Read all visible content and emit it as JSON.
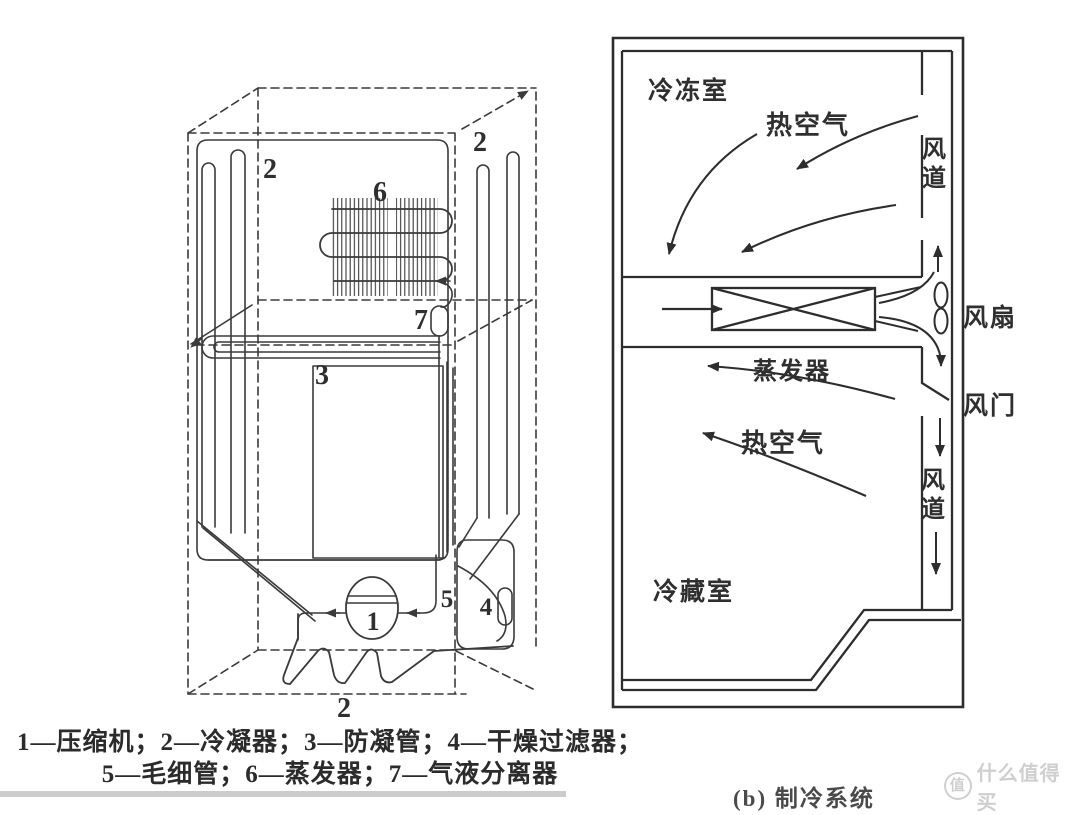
{
  "left_diagram": {
    "numbers": {
      "compressor": "1",
      "condenser_left": "2",
      "condenser_right": "2",
      "condenser_bottom": "2",
      "anti_condensation_pipe": "3",
      "drier_filter": "4",
      "capillary": "5",
      "evaporator": "6",
      "accumulator": "7"
    }
  },
  "right_diagram": {
    "labels": {
      "freezer": "冷冻室",
      "hot_air_top": "热空气",
      "duct_top": "风道",
      "fan": "风扇",
      "evaporator": "蒸发器",
      "damper": "风门",
      "hot_air_bottom": "热空气",
      "duct_bottom": "风道",
      "fridge": "冷藏室"
    }
  },
  "legend": {
    "line1": "1—压缩机；2—冷凝器；3—防凝管；4—干燥过滤器；",
    "line2": "5—毛细管；6—蒸发器；7—气液分离器"
  },
  "sub_caption_partial": "(b) 制冷系统",
  "watermark": {
    "badge": "值",
    "text": "什么值得买"
  },
  "colors": {
    "line_left": "#3a3a3a",
    "line_right": "#2d2d2d",
    "watermark": "#cfcfcf",
    "background": "#ffffff"
  }
}
